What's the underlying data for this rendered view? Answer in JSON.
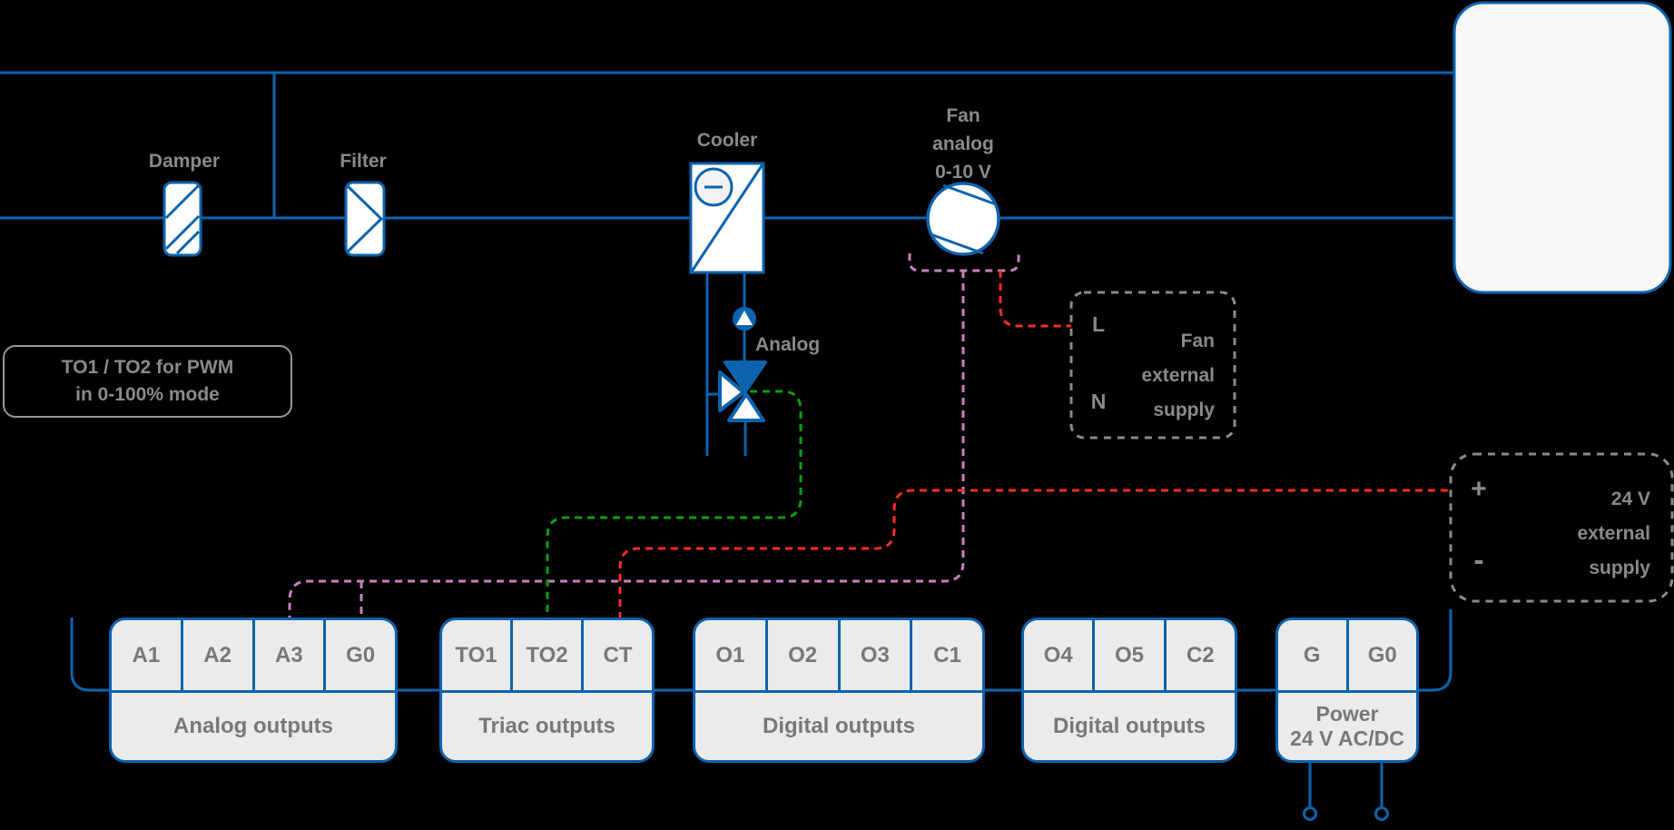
{
  "colors": {
    "blue": "#0d63ae",
    "pink": "#ca7fc2",
    "red": "#fb2b2b",
    "green": "#0b9f0e",
    "gray_dash": "#8a8a8a",
    "gray_text": "#8a8a8a",
    "terminal_text": "#787878",
    "block_fill": "#ebebeb",
    "unit_fill": "#f7f7f7"
  },
  "components": {
    "damper_label": "Damper",
    "filter_label": "Filter",
    "cooler_label": "Cooler",
    "valve_label": "Analog",
    "fan_label_line1": "Fan",
    "fan_label_line2": "analog",
    "fan_label_line3": "0-10 V"
  },
  "note_box": {
    "line1": "TO1 / TO2 for PWM",
    "line2": "in 0-100% mode"
  },
  "fan_supply_box": {
    "terminal_l": "L",
    "terminal_n": "N",
    "text": "Fan\nexternal\nsupply"
  },
  "ext_supply_box": {
    "terminal_plus": "+",
    "terminal_minus": "-",
    "text": "24 V\nexternal\nsupply"
  },
  "terminal_blocks": [
    {
      "label": "Analog outputs",
      "terminals": [
        "A1",
        "A2",
        "A3",
        "G0"
      ]
    },
    {
      "label": "Triac outputs",
      "terminals": [
        "TO1",
        "TO2",
        "CT"
      ]
    },
    {
      "label": "Digital outputs",
      "terminals": [
        "O1",
        "O2",
        "O3",
        "C1"
      ]
    },
    {
      "label": "Digital outputs",
      "terminals": [
        "O4",
        "O5",
        "C2"
      ]
    },
    {
      "label": "Power",
      "label2": "24 V AC/DC",
      "terminals": [
        "G",
        "G0"
      ]
    }
  ]
}
